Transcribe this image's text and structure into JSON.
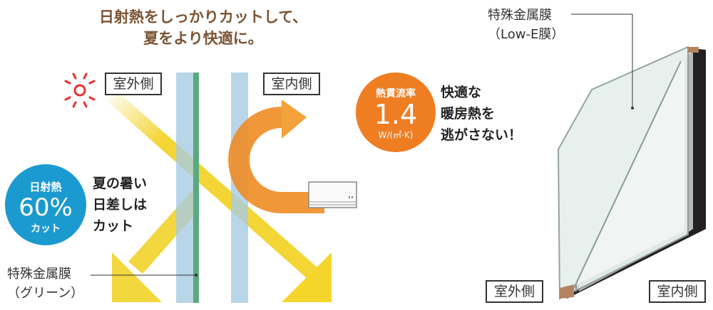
{
  "title": {
    "line1": "日射熱をしっかりカットして、",
    "line2": "夏をより快適に。"
  },
  "left_diagram": {
    "outdoor_label": "室外側",
    "indoor_label": "室内側",
    "badge": {
      "top": "日射熱",
      "value": "60%",
      "bottom": "カット",
      "color": "#1b9ad0"
    },
    "caption": [
      "夏の暑い",
      "日差しは",
      "カット"
    ],
    "film_label": [
      "特殊金属膜",
      "（グリーン）"
    ],
    "icons": [
      "sun-icon",
      "air-conditioner-icon"
    ]
  },
  "middle": {
    "badge": {
      "top": "熱貫流率",
      "value": "1.4",
      "unit": "W/(㎡·K)",
      "color": "#ef7d22"
    },
    "caption": [
      "快適な",
      "暖房熱を",
      "逃がさない！"
    ]
  },
  "right_diagram": {
    "film_label": [
      "特殊金属膜",
      "（Low-E膜）"
    ],
    "outdoor_label": "室外側",
    "indoor_label": "室内側"
  }
}
